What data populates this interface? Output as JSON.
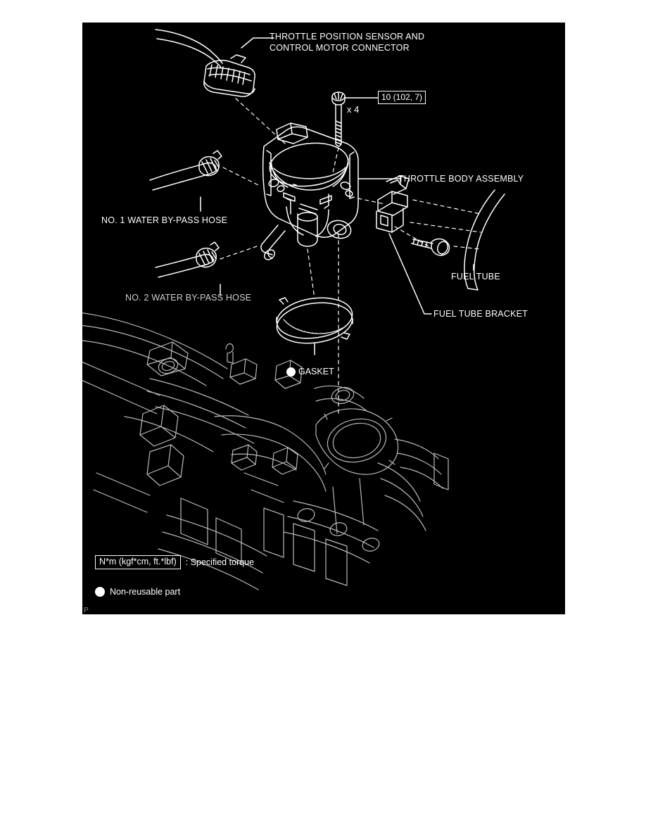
{
  "panel": {
    "background_color": "#000000",
    "line_color": "#ffffff",
    "page_marker": "P"
  },
  "callouts": [
    {
      "name": "throttle-position-sensor-connector",
      "line1": "THROTTLE POSITION SENSOR AND",
      "line2": "CONTROL MOTOR CONNECTOR"
    },
    {
      "name": "throttle-body-assembly",
      "label": "THROTTLE BODY ASSEMBLY"
    },
    {
      "name": "no-1-water-by-pass-hose",
      "label": "NO. 1 WATER BY-PASS HOSE"
    },
    {
      "name": "no-2-water-by-pass-hose",
      "label": "NO. 2 WATER BY-PASS HOSE"
    },
    {
      "name": "fuel-tube",
      "label": "FUEL TUBE"
    },
    {
      "name": "fuel-tube-bracket",
      "label": "FUEL TUBE BRACKET"
    },
    {
      "name": "gasket",
      "label": "GASKET"
    }
  ],
  "torque": {
    "value": "10 (102, 7)",
    "quantity": "x 4"
  },
  "legend": {
    "torque_units": "N*m (kgf*cm, ft.*lbf)",
    "torque_meaning": ": Specified torque",
    "non_reusable": "Non-reusable part"
  }
}
